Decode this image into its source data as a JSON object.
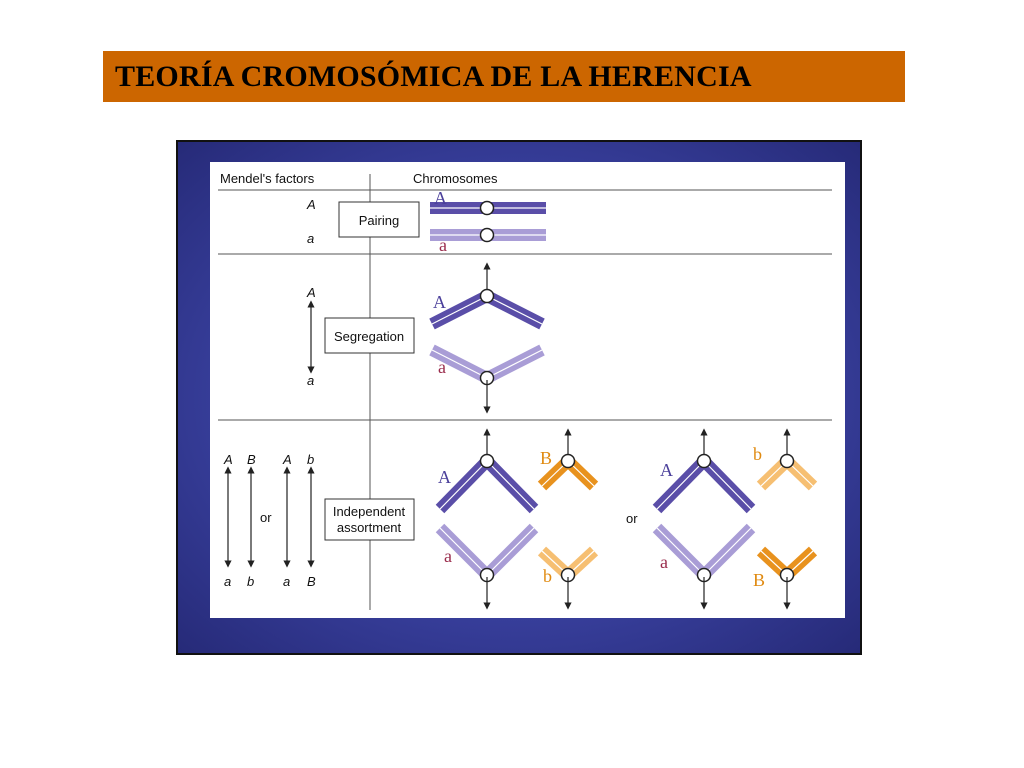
{
  "slide": {
    "title": "TEORÍA CROMOSÓMICA DE LA HERENCIA"
  },
  "figure": {
    "headers": {
      "left": "Mendel's factors",
      "right": "Chromosomes"
    },
    "pairing": {
      "label": "Pairing",
      "factor_top": "A",
      "factor_bottom": "a",
      "chrom_top_label": "A",
      "chrom_bottom_label": "a"
    },
    "segregation": {
      "label": "Segregation",
      "factor_top": "A",
      "factor_bottom": "a",
      "chrom_top_label": "A",
      "chrom_bottom_label": "a"
    },
    "assortment": {
      "label_line1": "Independent",
      "label_line2": "assortment",
      "or_left": "or",
      "or_right": "or",
      "col1_top": "A",
      "col1_bottom": "a",
      "col2_top": "B",
      "col2_bottom": "b",
      "col3_top": "A",
      "col3_bottom": "a",
      "col4_top": "b",
      "col4_bottom": "B",
      "set1": {
        "purple_top": "A",
        "orange_top": "B",
        "purple_bottom": "a",
        "orange_bottom": "b"
      },
      "set2": {
        "purple_top": "A",
        "orange_top": "b",
        "purple_bottom": "a",
        "orange_bottom": "B"
      }
    },
    "colors": {
      "dark_purple": "#5a4ea8",
      "light_purple": "#a99dd6",
      "dark_orange": "#e8921e",
      "light_orange": "#f6bf72",
      "label_purple": "#4a3f9a",
      "label_crimson": "#9a2c4c",
      "label_orange": "#e08a10"
    }
  }
}
